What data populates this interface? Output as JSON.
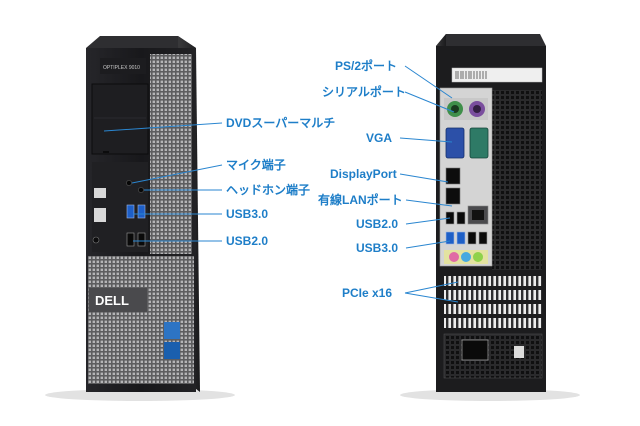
{
  "front_labels": {
    "dvd": "DVDスーパーマルチ",
    "mic": "マイク端子",
    "headphone": "ヘッドホン端子",
    "usb3": "USB3.0",
    "usb2": "USB2.0"
  },
  "rear_labels": {
    "ps2": "PS/2ポート",
    "serial": "シリアルポート",
    "vga": "VGA",
    "displayport": "DisplayPort",
    "lan": "有線LANポート",
    "usb2": "USB2.0",
    "usb3": "USB3.0",
    "pcie": "PCIe x16"
  },
  "product_text": {
    "model": "OPTIPLEX 9010",
    "brand": "DELL"
  },
  "colors": {
    "label": "#1e7ec8",
    "leader": "#2a86d0",
    "case_black": "#1b1b1d",
    "mesh": "#8a8a8a",
    "ps2_mouse": "#3f8f4a",
    "ps2_keyboard": "#7a4e9e",
    "vga": "#2c50a8",
    "serial": "#2e7a66",
    "audio_pink": "#e06aa5",
    "audio_green": "#8fd24a",
    "audio_blue": "#46a9e0",
    "usb3_blue": "#1e5fc7"
  }
}
